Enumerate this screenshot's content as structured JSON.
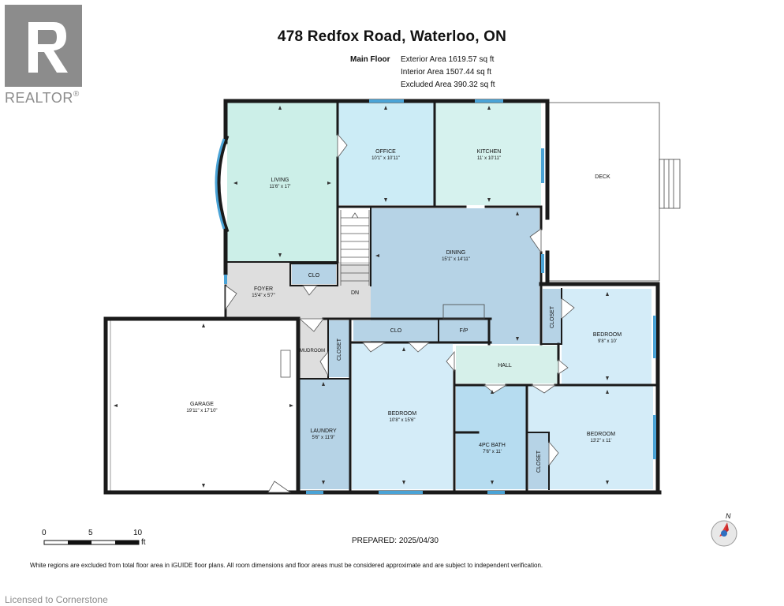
{
  "header": {
    "title": "478 Redfox Road, Waterloo, ON",
    "floor_name": "Main Floor",
    "exterior_area": "Exterior Area 1619.57 sq ft",
    "interior_area": "Interior Area 1507.44 sq ft",
    "excluded_area": "Excluded Area 390.32 sq ft"
  },
  "logo": {
    "word": "REALTOR",
    "reg": "®"
  },
  "rooms": {
    "living": {
      "name": "LIVING",
      "dim": "11'6\" x 17'"
    },
    "office": {
      "name": "OFFICE",
      "dim": "10'1\" x 10'11\""
    },
    "kitchen": {
      "name": "KITCHEN",
      "dim": "11' x 10'11\""
    },
    "deck": {
      "name": "DECK"
    },
    "dining": {
      "name": "DINING",
      "dim": "15'1\" x 14'11\""
    },
    "foyer": {
      "name": "FOYER",
      "dim": "15'4\" x 5'7\""
    },
    "clo_foyer": {
      "name": "CLO"
    },
    "dn": {
      "name": "DN"
    },
    "garage": {
      "name": "GARAGE",
      "dim": "19'11\" x 17'10\""
    },
    "mudroom": {
      "name": "MUDROOM"
    },
    "closet_mud": {
      "name": "CLOSET"
    },
    "clo_hall": {
      "name": "CLO"
    },
    "fp": {
      "name": "F/P"
    },
    "hall": {
      "name": "HALL"
    },
    "bedroom_right_top": {
      "name": "BEDROOM",
      "dim": "9'8\" x 10'"
    },
    "closet_right": {
      "name": "CLOSET"
    },
    "laundry": {
      "name": "LAUNDRY",
      "dim": "5'6\" x 11'9\""
    },
    "bedroom_center": {
      "name": "BEDROOM",
      "dim": "10'8\" x 15'6\""
    },
    "bath": {
      "name": "4PC BATH",
      "dim": "7'6\" x 11'"
    },
    "closet_bottom": {
      "name": "CLOSET"
    },
    "bedroom_right_bottom": {
      "name": "BEDROOM",
      "dim": "13'2\" x 11'"
    }
  },
  "scale": {
    "zero": "0",
    "five": "5",
    "ten": "10",
    "unit": "ft"
  },
  "prepared": "PREPARED: 2025/04/30",
  "compass": {
    "north": "N"
  },
  "disclaimer": "White regions are excluded from total floor area in iGUIDE floor plans. All room dimensions and floor areas must be considered approximate and are subject to independent verification.",
  "licensed": "Licensed to Cornerstone",
  "colors": {
    "living": "#ccefe8",
    "office": "#ccecf6",
    "kitchen": "#d6f2ee",
    "dining": "#b6d3e6",
    "foyer": "#dedede",
    "garage": "#ffffff",
    "laundry": "#b6d3e6",
    "bedroom": "#d4ecf8",
    "bath": "#b6dcf0",
    "hall": "#d6f0ea",
    "closet": "#b6d3e6",
    "wall": "#1a1a1a",
    "window": "#4aa3d6",
    "logo": "#8c8c8c"
  }
}
